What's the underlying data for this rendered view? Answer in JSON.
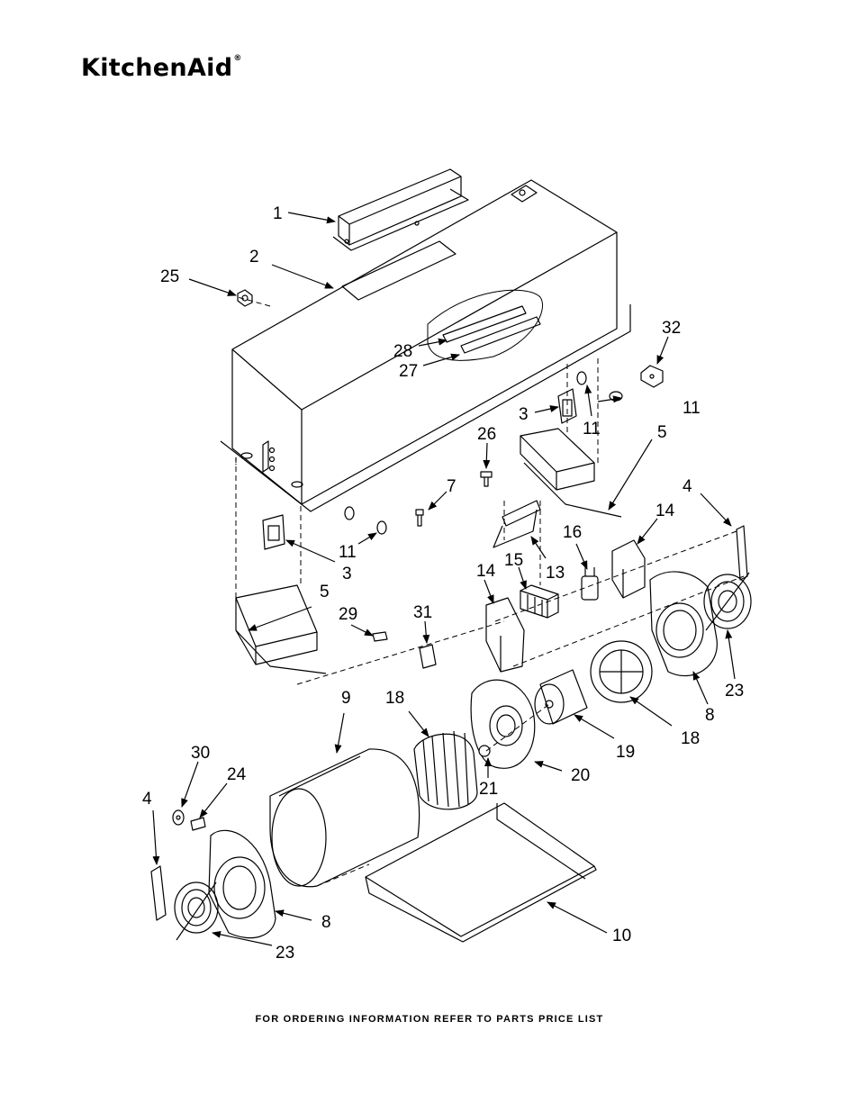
{
  "brand": {
    "name": "KitchenAid",
    "registered": "®"
  },
  "footer": "FOR ORDERING INFORMATION REFER TO PARTS PRICE LIST",
  "callouts": [
    {
      "id": "c1",
      "text": "1"
    },
    {
      "id": "c2",
      "text": "2"
    },
    {
      "id": "c25",
      "text": "25"
    },
    {
      "id": "c32",
      "text": "32"
    },
    {
      "id": "c28",
      "text": "28"
    },
    {
      "id": "c27",
      "text": "27"
    },
    {
      "id": "c11a",
      "text": "11"
    },
    {
      "id": "c3a",
      "text": "3"
    },
    {
      "id": "c11b",
      "text": "11"
    },
    {
      "id": "c26",
      "text": "26"
    },
    {
      "id": "c5a",
      "text": "5"
    },
    {
      "id": "c7",
      "text": "7"
    },
    {
      "id": "c4a",
      "text": "4"
    },
    {
      "id": "c14a",
      "text": "14"
    },
    {
      "id": "c16",
      "text": "16"
    },
    {
      "id": "c11c",
      "text": "11"
    },
    {
      "id": "c3b",
      "text": "3"
    },
    {
      "id": "c15",
      "text": "15"
    },
    {
      "id": "c13",
      "text": "13"
    },
    {
      "id": "c14b",
      "text": "14"
    },
    {
      "id": "c5b",
      "text": "5"
    },
    {
      "id": "c29",
      "text": "29"
    },
    {
      "id": "c31",
      "text": "31"
    },
    {
      "id": "c23a",
      "text": "23"
    },
    {
      "id": "c9",
      "text": "9"
    },
    {
      "id": "c18a",
      "text": "18"
    },
    {
      "id": "c8a",
      "text": "8"
    },
    {
      "id": "c18b",
      "text": "18"
    },
    {
      "id": "c19",
      "text": "19"
    },
    {
      "id": "c30",
      "text": "30"
    },
    {
      "id": "c24",
      "text": "24"
    },
    {
      "id": "c20",
      "text": "20"
    },
    {
      "id": "c21",
      "text": "21"
    },
    {
      "id": "c4b",
      "text": "4"
    },
    {
      "id": "c8b",
      "text": "8"
    },
    {
      "id": "c10",
      "text": "10"
    },
    {
      "id": "c23b",
      "text": "23"
    }
  ]
}
